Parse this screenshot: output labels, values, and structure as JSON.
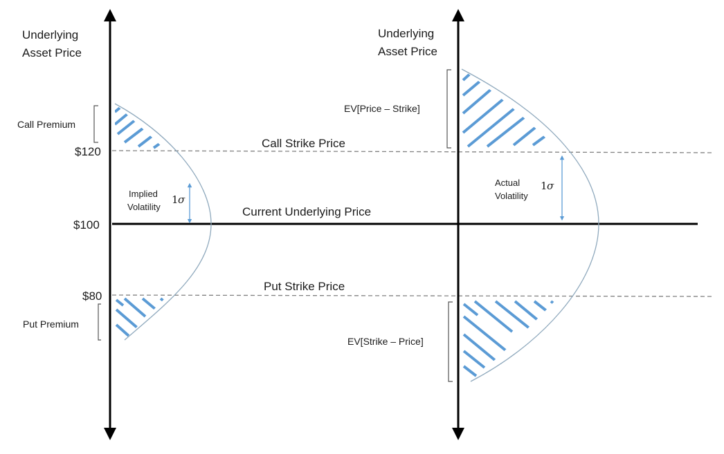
{
  "left_axis": {
    "title_line1": "Underlying",
    "title_line2": "Asset Price",
    "tick_120": "$120",
    "tick_100": "$100",
    "tick_80": "$80"
  },
  "right_axis": {
    "title_line1": "Underlying",
    "title_line2": "Asset Price"
  },
  "levels": {
    "call_strike": "Call Strike Price",
    "current_price": "Current Underlying Price",
    "put_strike": "Put Strike Price"
  },
  "left_panel": {
    "call_premium": "Call Premium",
    "put_premium": "Put Premium",
    "vol_line1": "Implied",
    "vol_line2": "Volatility",
    "sigma_num": "1",
    "sigma_sym": "σ"
  },
  "right_panel": {
    "ev_call": "EV[Price – Strike]",
    "ev_put": "EV[Strike – Price]",
    "vol_line1": "Actual",
    "vol_line2": "Volatility",
    "sigma_num": "1",
    "sigma_sym": "σ"
  },
  "colors": {
    "hatch": "#5b9bd5",
    "curve": "#8fa9bd",
    "axis": "#000000",
    "dashed": "#808080"
  }
}
